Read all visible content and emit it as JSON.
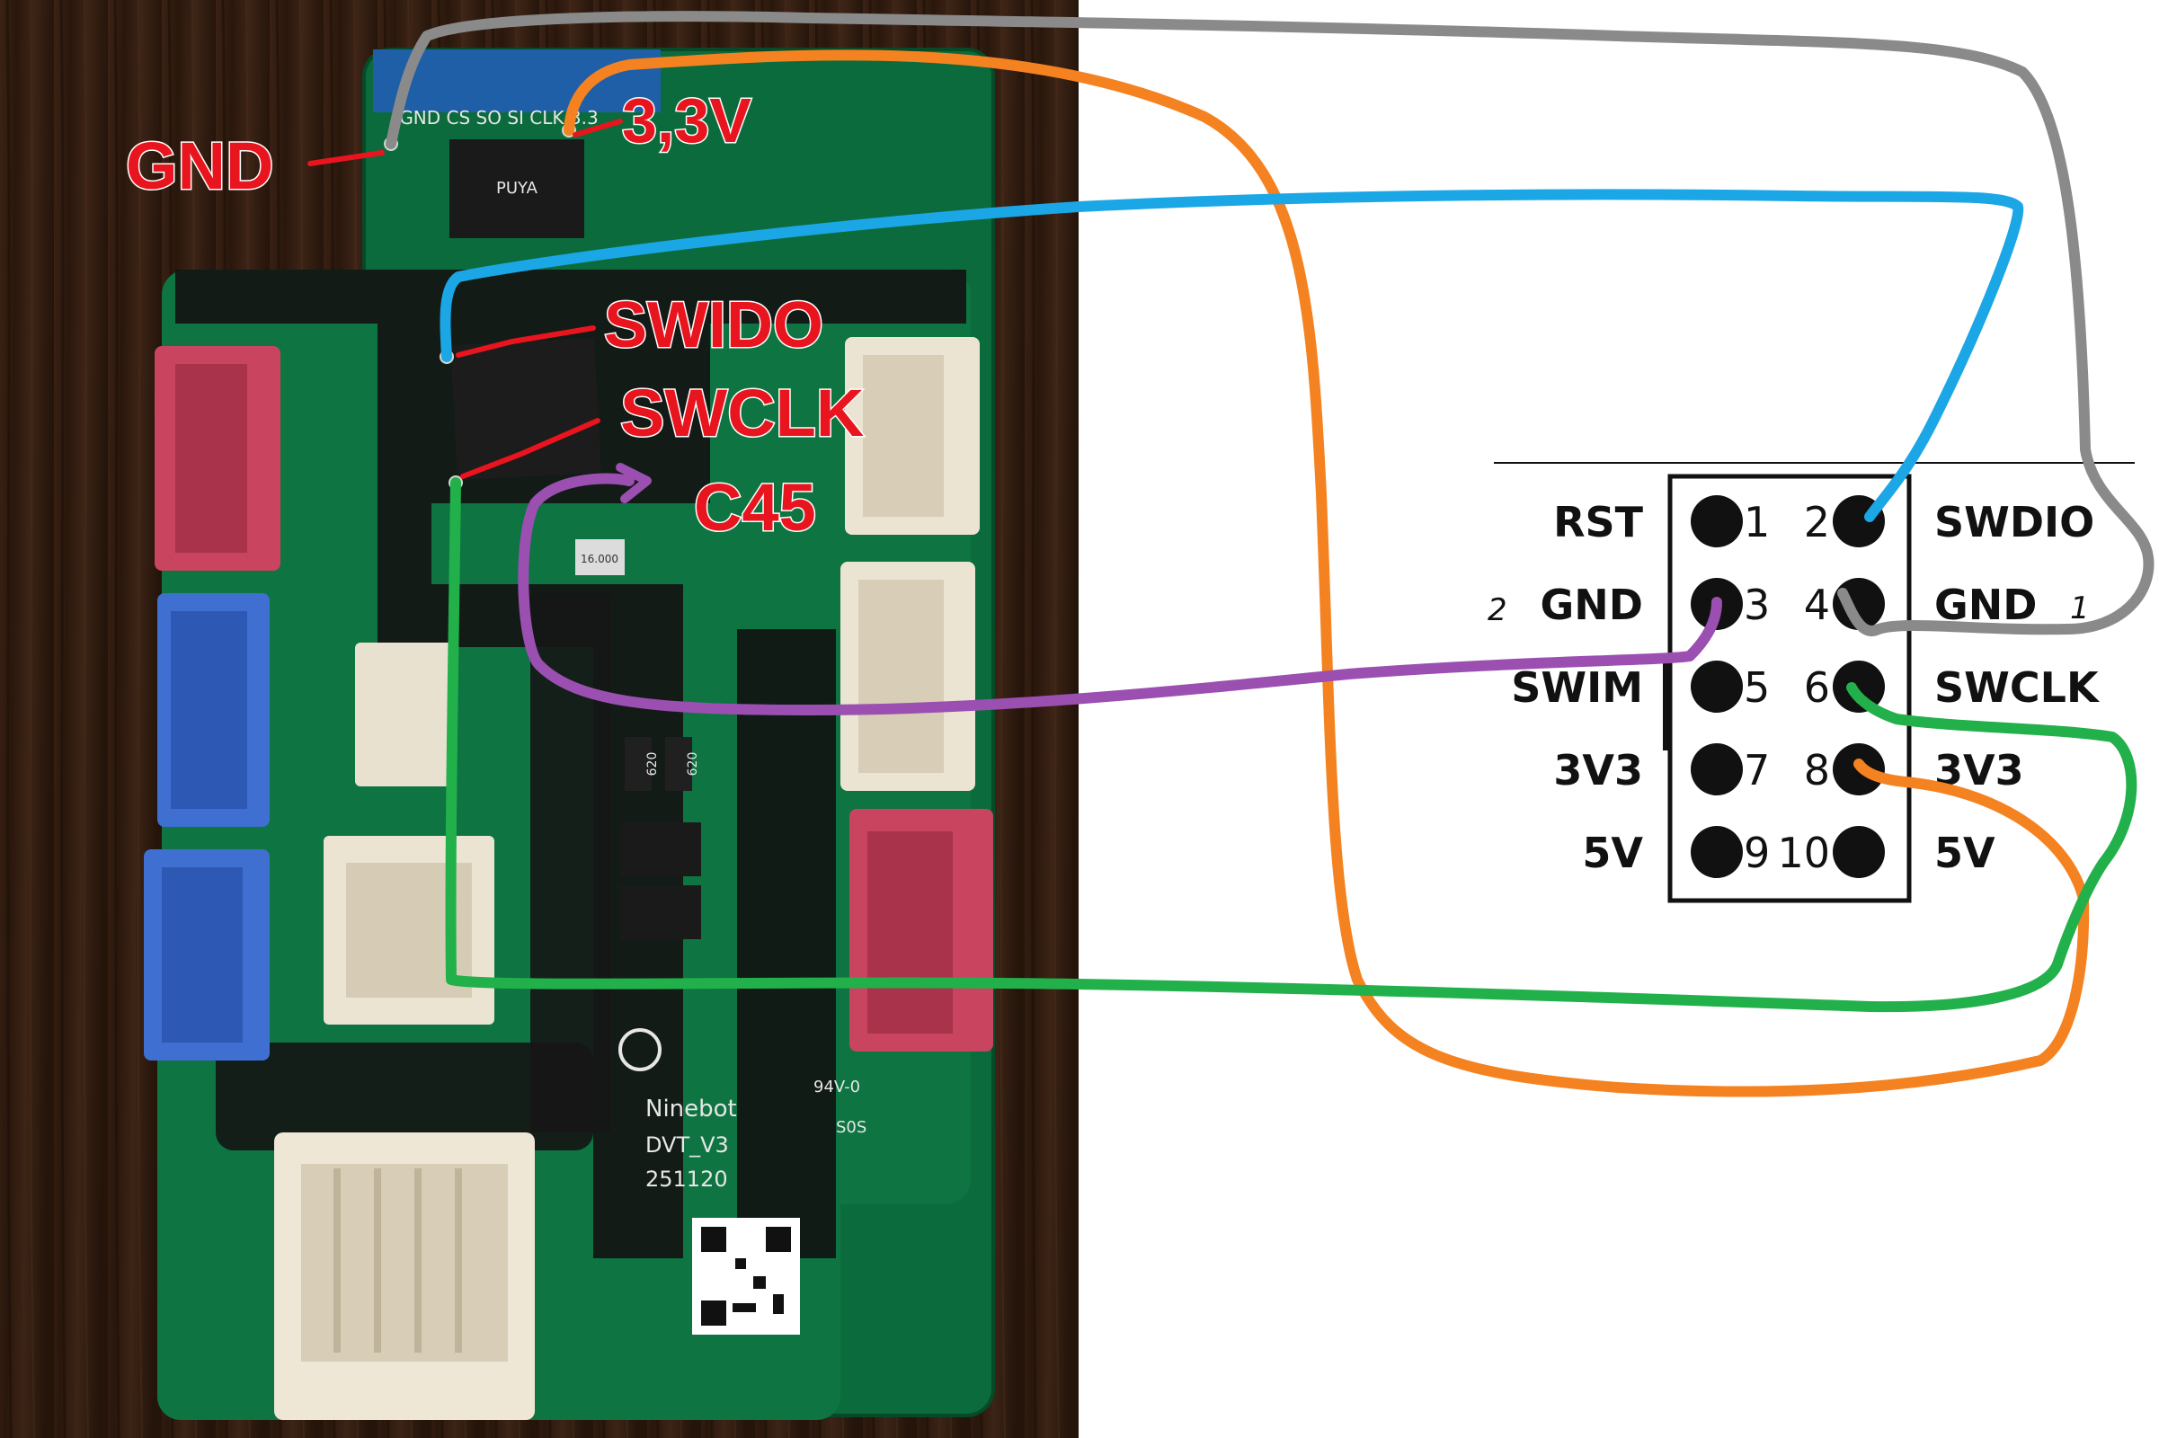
{
  "board": {
    "header_silk": "GND CS SO SI CLK 3.3",
    "brand": "Ninebot",
    "model": "DVT_V3",
    "date": "251120",
    "chip_silk": "PUYA",
    "crystal": "16.000",
    "resistor_1": "620",
    "resistor_2": "620",
    "cert_1": "94V-0",
    "cert_2": "S0S"
  },
  "annotations": {
    "gnd": "GND",
    "v33": "3,3V",
    "swdio": "SWIDO",
    "swclk": "SWCLK",
    "c45": "C45"
  },
  "connector": {
    "pins": [
      {
        "num": "1",
        "label": "RST"
      },
      {
        "num": "2",
        "label": "SWDIO"
      },
      {
        "num": "3",
        "label": "GND"
      },
      {
        "num": "4",
        "label": "GND"
      },
      {
        "num": "5",
        "label": "SWIM"
      },
      {
        "num": "6",
        "label": "SWCLK"
      },
      {
        "num": "7",
        "label": "3V3"
      },
      {
        "num": "8",
        "label": "3V3"
      },
      {
        "num": "9",
        "label": "5V"
      },
      {
        "num": "10",
        "label": "5V"
      }
    ],
    "notes": {
      "left_gnd": "2",
      "right_gnd": "1"
    }
  },
  "wires": [
    {
      "name": "gnd",
      "color": "#8a8a8a"
    },
    {
      "name": "3v3",
      "color": "#f58220"
    },
    {
      "name": "swdio",
      "color": "#1ba6e6"
    },
    {
      "name": "swclk",
      "color": "#22b04b"
    },
    {
      "name": "c45",
      "color": "#9b4fb0"
    }
  ]
}
